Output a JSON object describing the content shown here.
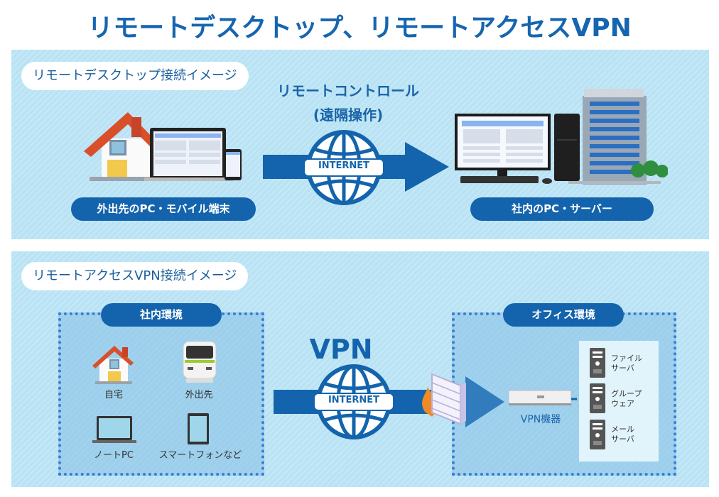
{
  "title": "リモートデスクトップ、リモートアクセスVPN",
  "remote_desktop": {
    "heading": "リモートデスクトップ接続イメージ",
    "control_label_line1": "リモートコントロール",
    "control_label_line2": "(遠隔操作)",
    "globe_label": "INTERNET",
    "left_caption": "外出先のPC・モバイル端末",
    "right_caption": "社内のPC・サーバー"
  },
  "remote_vpn": {
    "heading": "リモートアクセスVPN接続イメージ",
    "left_box_title": "社内環境",
    "right_box_title": "オフィス環境",
    "vpn_label": "VPN",
    "globe_label": "INTERNET",
    "devices": [
      {
        "icon": "house-icon",
        "label": "自宅"
      },
      {
        "icon": "train-icon",
        "label": "外出先"
      },
      {
        "icon": "laptop-icon",
        "label": "ノートPC"
      },
      {
        "icon": "tablet-icon",
        "label": "スマートフォンなど"
      }
    ],
    "vpn_device_label": "VPN機器",
    "servers": [
      {
        "line1": "ファイル",
        "line2": "サーバ"
      },
      {
        "line1": "グループ",
        "line2": "ウェア"
      },
      {
        "line1": "メール",
        "line2": "サーバ"
      }
    ]
  },
  "colors": {
    "primary_blue": "#1464ad",
    "panel_bg": "#b9e3f4",
    "title_blue": "#1565b0"
  }
}
